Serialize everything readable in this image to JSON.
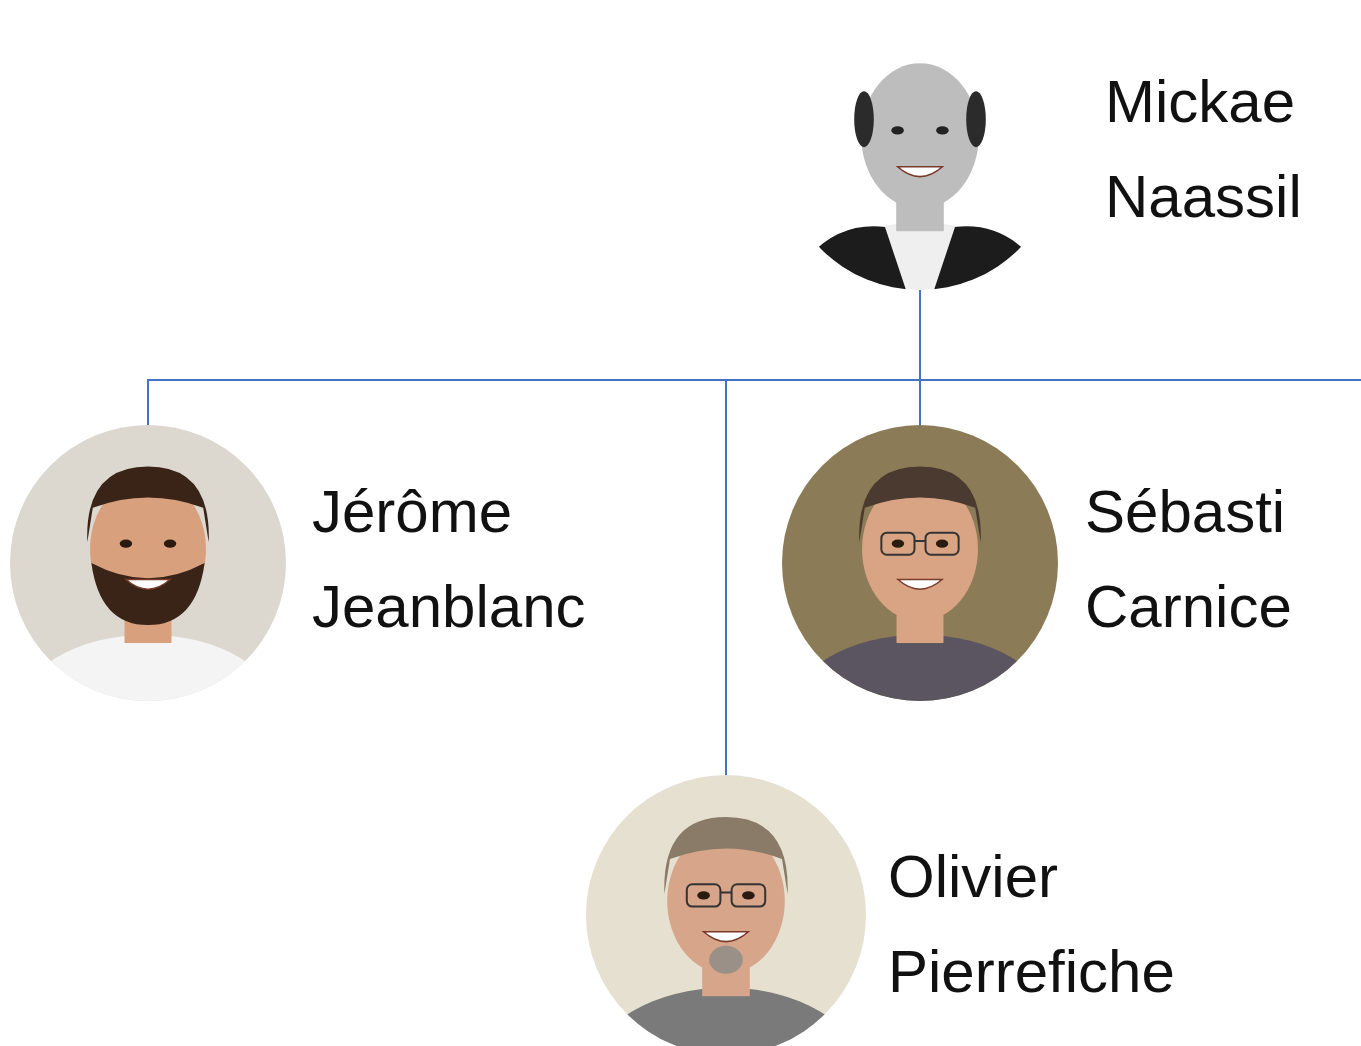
{
  "diagram": {
    "nodes": [
      {
        "text": [
          "Mickae Naassil"
        ]
      },
      {
        "text": [
          "Jérôme Jeanblanc"
        ]
      },
      {
        "text": [
          "Sébasti Carnice"
        ]
      },
      {
        "text": [
          "Olivier Pierrefiche"
        ]
      }
    ],
    "edges": [
      {
        "from": 0,
        "to": 1,
        "arrow": "none"
      },
      {
        "from": 0,
        "to": 2,
        "arrow": "none"
      },
      {
        "from": 0,
        "to": 3,
        "arrow": "none"
      }
    ]
  }
}
